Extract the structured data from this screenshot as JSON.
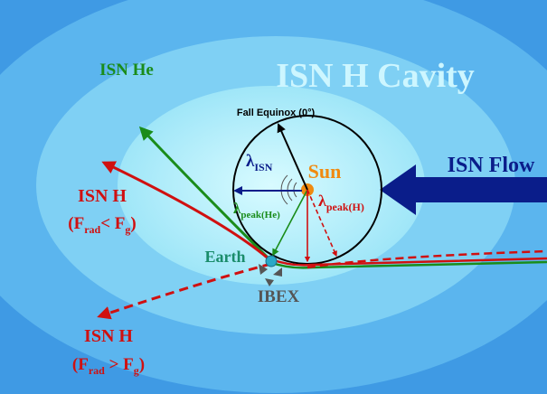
{
  "title": "ISN H Cavity",
  "flow_label": "ISN Flow",
  "sun_label": "Sun",
  "earth_label": "Earth",
  "ibex_label": "IBEX",
  "fall_equinox_label": "Fall Equinox (0°)",
  "isn_he_label": "ISN He",
  "isn_h_upper": {
    "name": "ISN H",
    "condition": "(F_rad < F_g)"
  },
  "isn_h_lower": {
    "name": "ISN H",
    "condition": "(F_rad > F_g)"
  },
  "lambda_isn": "λ_ISN",
  "lambda_peak_he": "λ_peak(He)",
  "lambda_peak_h": "λ_peak(H)",
  "colors": {
    "background": "#3f9ae4",
    "cavity_ring_1": "#5bb5ee",
    "cavity_ring_2": "#7fd0f4",
    "cavity_core": "#b8f0fb",
    "title_text": "#cdf6ff",
    "flow_arrow": "#0a1d8a",
    "red_trajectory": "#d01010",
    "green_trajectory": "#1a8c1a",
    "sun": "#f08a10",
    "earth": "#2aa8c8",
    "ibex": "#555555",
    "black": "#000000"
  }
}
